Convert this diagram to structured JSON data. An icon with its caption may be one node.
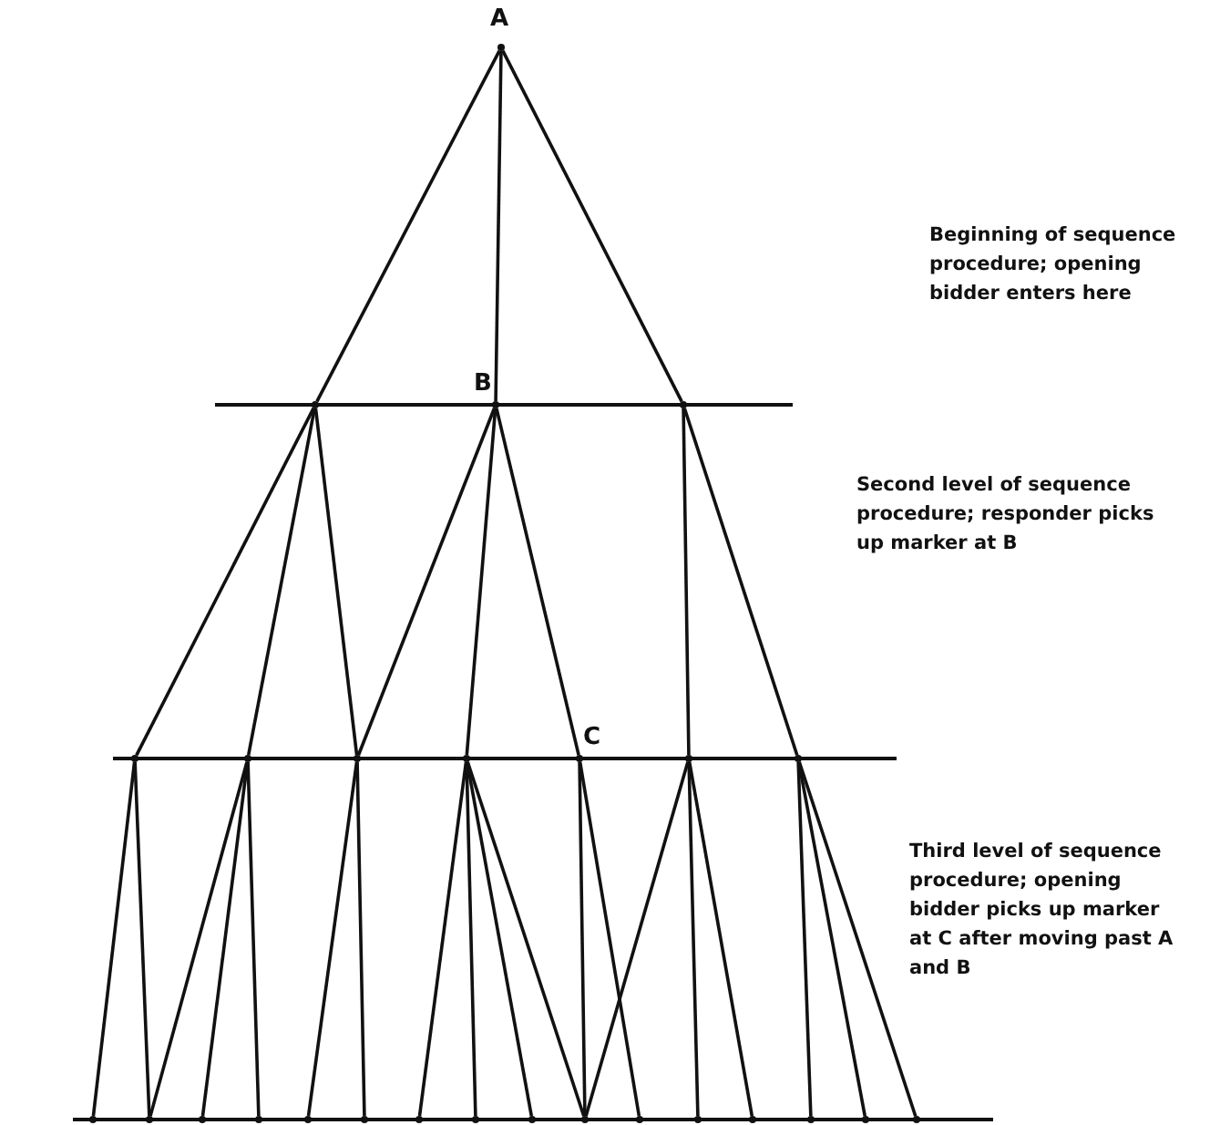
{
  "diagram": {
    "nodes": [
      {
        "text": [],
        "shape": "dot",
        "beside": [
          "A"
        ]
      },
      {
        "text": [],
        "shape": "dot"
      },
      {
        "text": [],
        "shape": "dot",
        "beside": [
          "B"
        ]
      },
      {
        "text": [],
        "shape": "dot"
      },
      {
        "text": [],
        "shape": "dot"
      },
      {
        "text": [],
        "shape": "dot"
      },
      {
        "text": [],
        "shape": "dot"
      },
      {
        "text": [],
        "shape": "dot"
      },
      {
        "text": [],
        "shape": "dot",
        "beside": [
          "C"
        ]
      },
      {
        "text": [],
        "shape": "dot"
      },
      {
        "text": [],
        "shape": "dot"
      },
      {
        "text": [],
        "shape": "dot"
      },
      {
        "text": [],
        "shape": "dot"
      },
      {
        "text": [],
        "shape": "dot"
      },
      {
        "text": [],
        "shape": "dot"
      },
      {
        "text": [],
        "shape": "dot"
      },
      {
        "text": [],
        "shape": "dot"
      },
      {
        "text": [],
        "shape": "dot"
      },
      {
        "text": [],
        "shape": "dot"
      },
      {
        "text": [],
        "shape": "dot"
      },
      {
        "text": [],
        "shape": "dot"
      },
      {
        "text": [],
        "shape": "dot"
      },
      {
        "text": [],
        "shape": "dot"
      },
      {
        "text": [],
        "shape": "dot"
      },
      {
        "text": [],
        "shape": "dot"
      },
      {
        "text": [],
        "shape": "dot"
      },
      {
        "text": [],
        "shape": "dot"
      }
    ],
    "edges": [
      {
        "from": 0,
        "to": 1,
        "arrow": "none"
      },
      {
        "from": 0,
        "to": 2,
        "arrow": "none"
      },
      {
        "from": 0,
        "to": 3,
        "arrow": "none"
      },
      {
        "from": 1,
        "to": 4,
        "arrow": "none"
      },
      {
        "from": 1,
        "to": 5,
        "arrow": "none"
      },
      {
        "from": 1,
        "to": 6,
        "arrow": "none"
      },
      {
        "from": 2,
        "to": 6,
        "arrow": "none"
      },
      {
        "from": 2,
        "to": 7,
        "arrow": "none"
      },
      {
        "from": 2,
        "to": 8,
        "arrow": "none"
      },
      {
        "from": 3,
        "to": 9,
        "arrow": "none"
      },
      {
        "from": 3,
        "to": 10,
        "arrow": "none"
      },
      {
        "from": 4,
        "to": 11,
        "arrow": "none"
      },
      {
        "from": 4,
        "to": 12,
        "arrow": "none"
      },
      {
        "from": 5,
        "to": 12,
        "arrow": "none"
      },
      {
        "from": 5,
        "to": 13,
        "arrow": "none"
      },
      {
        "from": 5,
        "to": 14,
        "arrow": "none"
      },
      {
        "from": 6,
        "to": 15,
        "arrow": "none"
      },
      {
        "from": 6,
        "to": 16,
        "arrow": "none"
      },
      {
        "from": 7,
        "to": 17,
        "arrow": "none"
      },
      {
        "from": 7,
        "to": 18,
        "arrow": "none"
      },
      {
        "from": 7,
        "to": 19,
        "arrow": "none"
      },
      {
        "from": 7,
        "to": 20,
        "arrow": "none"
      },
      {
        "from": 8,
        "to": 20,
        "arrow": "none"
      },
      {
        "from": 8,
        "to": 21,
        "arrow": "none"
      },
      {
        "from": 9,
        "to": 20,
        "arrow": "none"
      },
      {
        "from": 9,
        "to": 22,
        "arrow": "none"
      },
      {
        "from": 9,
        "to": 23,
        "arrow": "none"
      },
      {
        "from": 10,
        "to": 24,
        "arrow": "none"
      },
      {
        "from": 10,
        "to": 25,
        "arrow": "none"
      },
      {
        "from": 10,
        "to": 26,
        "arrow": "none"
      }
    ],
    "labels": [
      "Beginning of sequence procedure; opening bidder enters here",
      "Second level of sequence procedure; responder picks up marker at B",
      "Third level of sequence procedure; opening bidder picks up marker at C after moving past A and B"
    ]
  }
}
